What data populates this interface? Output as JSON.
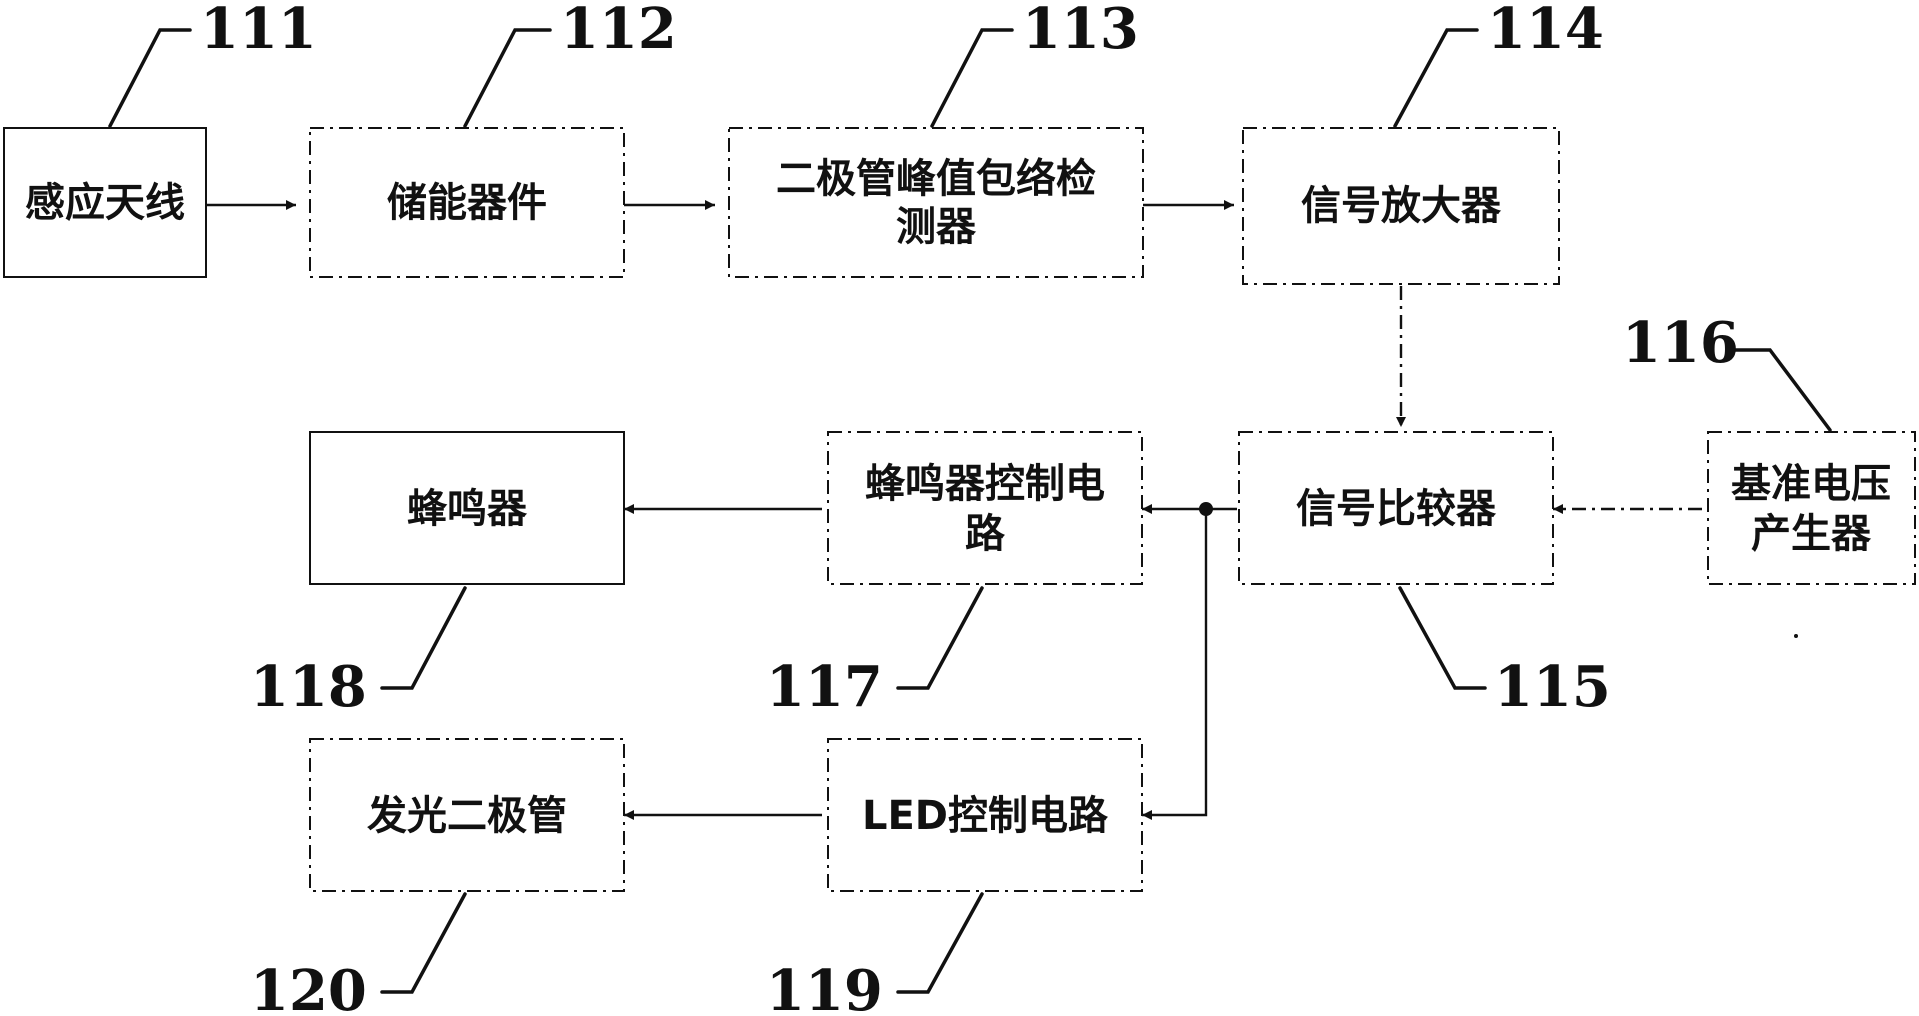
{
  "diagram": {
    "blocks": {
      "b111": {
        "ref": "111",
        "lines": [
          "感应天线"
        ]
      },
      "b112": {
        "ref": "112",
        "lines": [
          "储能器件"
        ]
      },
      "b113": {
        "ref": "113",
        "lines": [
          "二极管峰值包络检",
          "测器"
        ]
      },
      "b114": {
        "ref": "114",
        "lines": [
          "信号放大器"
        ]
      },
      "b115": {
        "ref": "115",
        "lines": [
          "信号比较器"
        ]
      },
      "b116": {
        "ref": "116",
        "lines": [
          "基准电压",
          "产生器"
        ]
      },
      "b117": {
        "ref": "117",
        "lines": [
          "蜂鸣器控制电",
          "路"
        ]
      },
      "b118": {
        "ref": "118",
        "lines": [
          "蜂鸣器"
        ]
      },
      "b119": {
        "ref": "119",
        "lines": [
          "LED控制电路"
        ]
      },
      "b120": {
        "ref": "120",
        "lines": [
          "发光二极管"
        ]
      }
    },
    "connections": [
      {
        "from": "111",
        "to": "112"
      },
      {
        "from": "112",
        "to": "113"
      },
      {
        "from": "113",
        "to": "114"
      },
      {
        "from": "114",
        "to": "115"
      },
      {
        "from": "116",
        "to": "115"
      },
      {
        "from": "115",
        "to": "117"
      },
      {
        "from": "115",
        "to": "119"
      },
      {
        "from": "117",
        "to": "118"
      },
      {
        "from": "119",
        "to": "120"
      }
    ]
  }
}
